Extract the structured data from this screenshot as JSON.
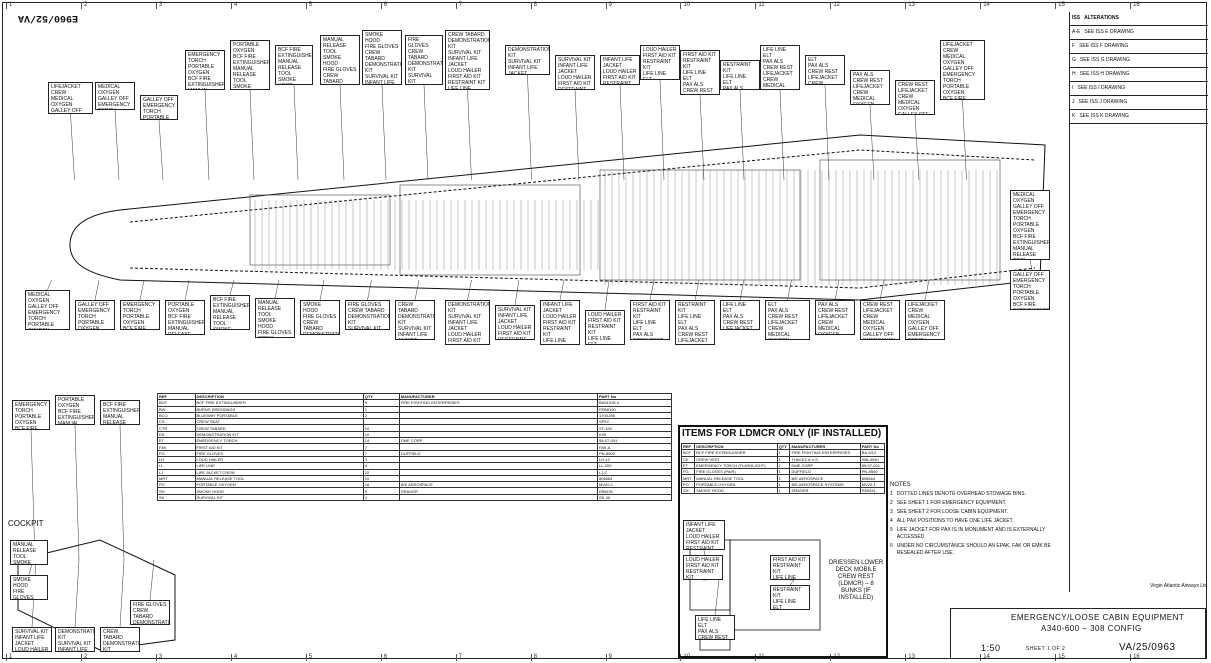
{
  "drawing": {
    "number": "VA/25/0963",
    "corner_stamp": "E960/52/VA",
    "title_lines": [
      "EMERGENCY/LOOSE  CABIN EQUIPMENT",
      "A340-600 – 308 CONFIG"
    ],
    "company": "Virgin Atlantic Airways Ltd",
    "scale": "1:50",
    "sheet": "SHEET 1 OF 2",
    "cockpit_label": "COCKPIT"
  },
  "ruler": [
    "1",
    "2",
    "3",
    "4",
    "5",
    "6",
    "7",
    "8",
    "9",
    "10",
    "11",
    "12",
    "13",
    "14",
    "15",
    "16"
  ],
  "ldmcr_table": {
    "title": "ITEMS FOR LDMCR ONLY (IF INSTALLED)",
    "headers": [
      "REF",
      "DESCRIPTION",
      "QTY",
      "MANUFACTURER",
      "PART No"
    ],
    "rows": [
      [
        "BCF",
        "BCF FIRE EXTINGUISHER",
        "1",
        "FIRE FIGHTING ENTERPRISES",
        "BA-9/12"
      ],
      [
        "CE",
        "CREW VEST",
        "1",
        "THALES A.V.S.",
        "908-4040"
      ],
      [
        "ET",
        "EMERGENCY TORCH (FLASHLIGHT)",
        "1",
        "DME CORP",
        "55-07-001"
      ],
      [
        "FG",
        "FIRE GLOVES (PAIR)",
        "1",
        "DUFFIELD",
        "PN-8500"
      ],
      [
        "MRT",
        "MANUAL RELEASE TOOL",
        "1",
        "B/E AEROSPACE",
        "806664"
      ],
      [
        "PO",
        "PORTABLE OXYGEN",
        "1",
        "B/E AEROSPACE SYSTEMS",
        "MV20-1"
      ],
      [
        "SH",
        "SMOKE HOOD",
        "1",
        "DRAGER",
        "R55431"
      ]
    ]
  },
  "driessen_label": "DRIESSEN LOWER DECK MOBILE CREW REST (LDMCR) – 8 BUNKS (IF INSTALLED)",
  "notes": {
    "title": "NOTES",
    "items": [
      "DOTTED LINES DENOTE OVERHEAD STOWAGE BINS.",
      "SEE SHEET 1 FOR EMERGENCY EQUIPMENT.",
      "SEE SHEET 2 FOR LOOSE CABIN EQUIPMENT.",
      "ALL PAX POSITIONS TO HAVE ONE LIFE JACKET.",
      "LIFE JACKET FOR PAX IS IN MONUMENT AND IS EXTERNALLY ACCESSED.",
      "UNDER NO CIRCUMSTANCE SHOULD AN EPAK, FAK OR EMK BE RESEALED AFTER USE."
    ]
  },
  "revisions": {
    "header": [
      "ISS",
      "ALTERATIONS"
    ],
    "rows": [
      [
        "A-E",
        "SEE ISS E DRAWING"
      ],
      [
        "F",
        "SEE ISS F DRAWING"
      ],
      [
        "G",
        "SEE ISS G DRAWING"
      ],
      [
        "H",
        "SEE ISS H DRAWING"
      ],
      [
        "I",
        "SEE ISS I DRAWING"
      ],
      [
        "J",
        "SEE ISS J DRAWING"
      ],
      [
        "K",
        "SEE ISS K DRAWING"
      ]
    ]
  },
  "equipment_labels": [
    "LIFEJACKET CREW",
    "MEDICAL OXYGEN",
    "GALLEY OFF",
    "EMERGENCY TORCH",
    "PORTABLE OXYGEN",
    "BCF FIRE EXTINGUISHER",
    "MANUAL RELEASE TOOL",
    "SMOKE HOOD",
    "FIRE GLOVES",
    "CREW TABARD",
    "DEMONSTRATION KIT",
    "SURVIVAL KIT",
    "INFANT LIFE JACKET",
    "LOUD HAILER",
    "FIRST AID KIT",
    "RESTRAINT KIT",
    "LIFE LINE",
    "ELT",
    "PAX ALS",
    "CREW REST"
  ],
  "bottom_table": {
    "headers": [
      "REF",
      "DESCRIPTION",
      "QTY",
      "MANUFACTURER",
      "PART No"
    ],
    "rows": [
      [
        "BCF",
        "BCF FIRE EXTINGUISHER",
        "9",
        "FIRE FIGHTING ENTERPRISES",
        "BA51015-3"
      ],
      [
        "BW",
        "BURNS DRESSINGS",
        "1",
        "",
        "FEB8100"
      ],
      [
        "BCO",
        "BLUEWAY PORTABLE",
        "2",
        "",
        "1700-ME"
      ],
      [
        "CS",
        "CREW SEAT",
        "",
        "",
        "SPEC"
      ],
      [
        "CTR",
        "CREW TABARD",
        "10",
        "",
        "ST-100"
      ],
      [
        "DK",
        "DEMONSTRATION KIT",
        "10",
        "",
        "K09"
      ],
      [
        "ET",
        "EMERGENCY TORCH",
        "14",
        "DME CORP",
        "55-07-001"
      ],
      [
        "FAK",
        "FIRST AID KIT",
        "7",
        "",
        "FAK-A"
      ],
      [
        "FG",
        "FIRE GLOVES",
        "7",
        "DUFFIELD",
        "PN-8500"
      ],
      [
        "LH",
        "LOUD HAILER",
        "3",
        "",
        "LH-12"
      ],
      [
        "LL",
        "LIFE LINE",
        "4",
        "",
        "LL-200"
      ],
      [
        "LJ",
        "LIFE JACKET CREW",
        "22",
        "",
        "LJ-C"
      ],
      [
        "MRT",
        "MANUAL RELEASE TOOL",
        "10",
        "",
        "806664"
      ],
      [
        "PO",
        "PORTABLE OXYGEN",
        "16",
        "B/E AEROSPACE",
        "MV20-1"
      ],
      [
        "SH",
        "SMOKE HOOD",
        "9",
        "DRAGER",
        "R55431"
      ],
      [
        "SK",
        "SURVIVAL KIT",
        "4",
        "",
        "SK-40"
      ]
    ]
  }
}
